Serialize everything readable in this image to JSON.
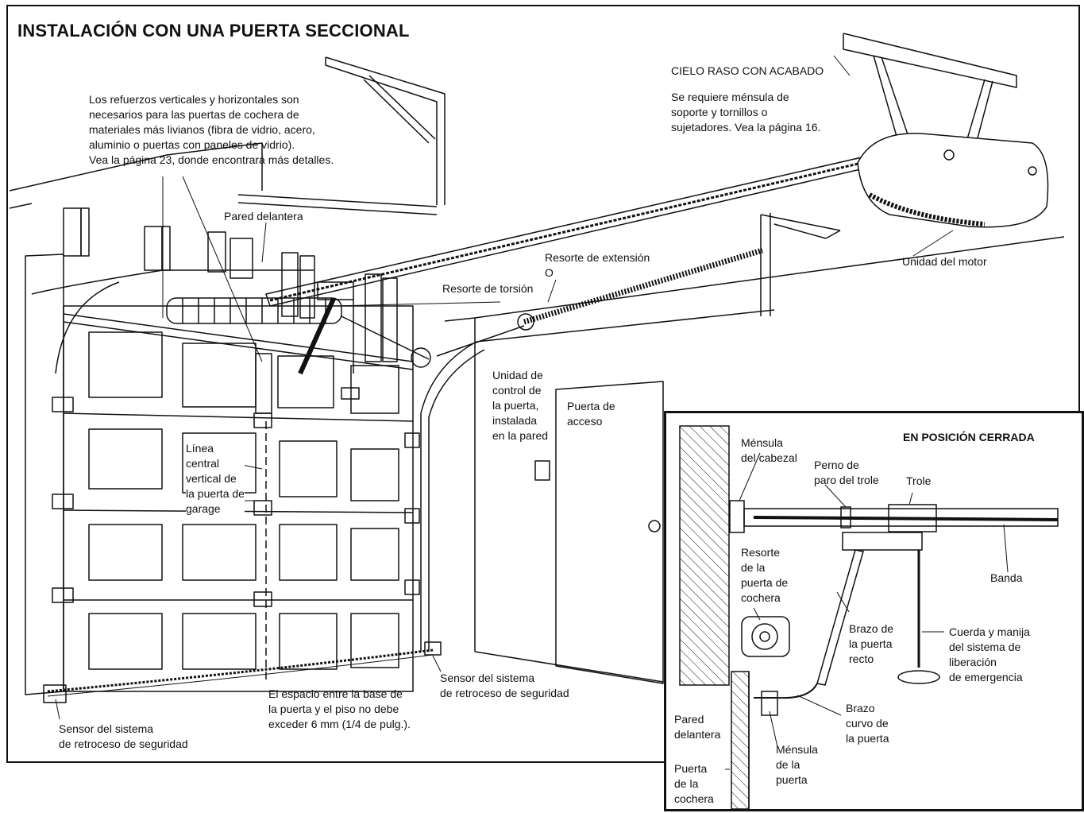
{
  "title": "INSTALACIÓN CON UNA PUERTA SECCIONAL",
  "main_labels": {
    "reinforcements": "Los refuerzos verticales y horizontales son\nnecesarios para las puertas de cochera de\nmateriales más livianos (fibra de vidrio, acero,\naluminio o puertas con paneles de vidrio).\nVea la página 23, donde encontrará más detalles.",
    "ceiling": "CIELO RASO CON ACABADO",
    "ceiling_note": "Se requiere ménsula de\nsoporte y tornillos o\nsujetadores. Vea la página 16.",
    "front_wall": "Pared delantera",
    "extension_spring": "Resorte de extensión\nO",
    "torsion_spring": "Resorte de torsión",
    "motor_unit": "Unidad del motor",
    "door_control": "Unidad de\ncontrol de\nla puerta,\ninstalada\nen la pared",
    "access_door": "Puerta de\nacceso",
    "centerline": "Línea\ncentral\nvertical de\nla puerta de\ngarage",
    "gap_note": "El espacio entre la base de\nla puerta y el piso no debe\nexceder 6 mm (1/4 de pulg.).",
    "sensor_right": "Sensor del sistema\nde retroceso de seguridad",
    "sensor_left": "Sensor del sistema\nde retroceso de seguridad"
  },
  "inset": {
    "title": "EN POSICIÓN CERRADA",
    "header_bracket": "Ménsula\ndel cabezal",
    "trolley_stop": "Perno de\nparo del trole",
    "trolley": "Trole",
    "belt": "Banda",
    "door_spring": "Resorte\nde la\npuerta de\ncochera",
    "straight_arm": "Brazo de\nla puerta\nrecto",
    "emergency_release": "Cuerda y manija\ndel sistema de\nliberación\nde emergencia",
    "curved_arm": "Brazo\ncurvo de\nla puerta",
    "front_wall": "Pared\ndelantera",
    "door_bracket": "Ménsula\nde la\npuerta",
    "garage_door": "Puerta\nde la\ncochera"
  }
}
